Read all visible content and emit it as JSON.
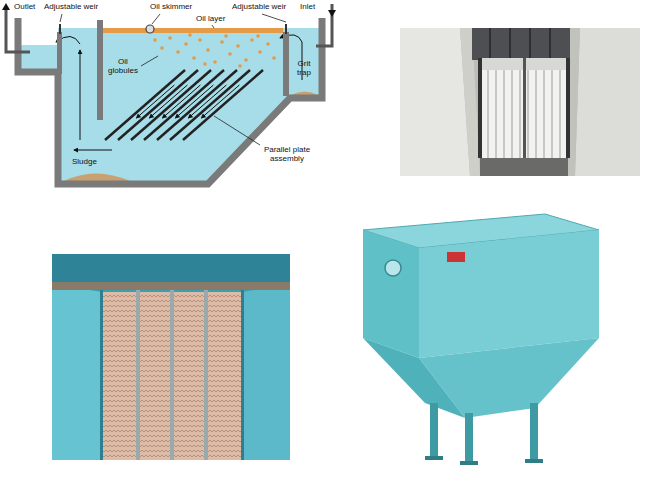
{
  "diagram": {
    "labels": [
      "Outlet",
      "Adjustable weir",
      "Oil skimmer",
      "Oil layer",
      "Adjustable weir",
      "Inlet",
      "Oil globules",
      "Grit trap",
      "Sludge",
      "Parallel plate assembly"
    ]
  }
}
